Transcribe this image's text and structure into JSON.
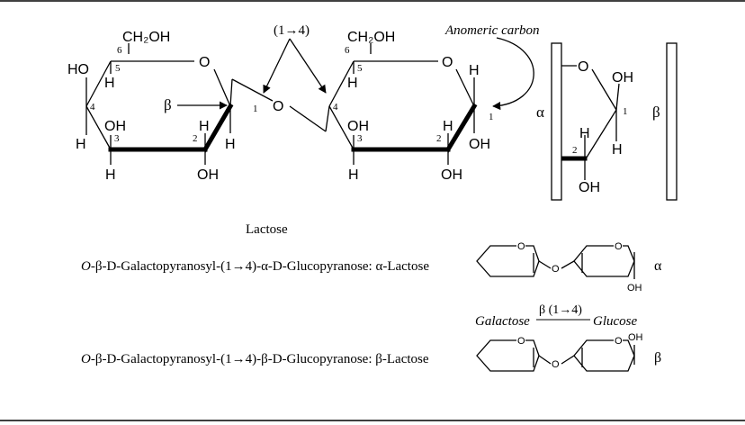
{
  "lactose_structure": {
    "gal_c6_group": "CH₂OH",
    "gal_ho_c4": "HO",
    "gal_h_c5": "H",
    "gal_ring_o": "O",
    "gal_c3_oh": "OH",
    "gal_c2_h": "H",
    "gal_c4_h": "H",
    "gal_c3_h": "H",
    "gal_c2_oh": "OH",
    "gal_c1_h": "H",
    "beta_symbol": "β",
    "linkage": "(1→4)",
    "glycosidic_o": "O",
    "glc_c6_group": "CH₂OH",
    "glc_h_c5": "H",
    "glc_ring_o": "O",
    "glc_c1_h": "H",
    "glc_c3_oh": "OH",
    "glc_c2_h": "H",
    "glc_c1_oh": "OH",
    "glc_c3_h": "H",
    "glc_c2_oh": "OH",
    "anomeric_label": "Anomeric carbon",
    "gal_numbers": [
      "6",
      "5",
      "4",
      "3",
      "2",
      "1"
    ],
    "glc_numbers": [
      "6",
      "5",
      "4",
      "3",
      "2",
      "1"
    ]
  },
  "open_chain": {
    "alpha_label": "α",
    "beta_label": "β",
    "o_label": "O",
    "oh_top": "OH",
    "c1_number": "1",
    "c2_number": "2",
    "h_right": "H",
    "h_left": "H",
    "oh_bottom": "OH"
  },
  "caption": "Lactose",
  "alpha_row": {
    "name_prefix": "O",
    "name_rest": "-β-D-Galactopyranosyl-(1→4)-α-D-Glucopyranose: α-Lactose",
    "ring_o1": "O",
    "link_o": "O",
    "ring_o2": "O",
    "oh": "OH",
    "symbol": "α"
  },
  "notation": {
    "left": "Galactose",
    "over": "β (1→4)",
    "right": "Glucose"
  },
  "beta_row": {
    "name_prefix": "O",
    "name_rest": "-β-D-Galactopyranosyl-(1→4)-β-D-Glucopyranose: β-Lactose",
    "ring_o1": "O",
    "link_o": "O",
    "ring_o2": "O",
    "oh": "OH",
    "symbol": "β"
  }
}
